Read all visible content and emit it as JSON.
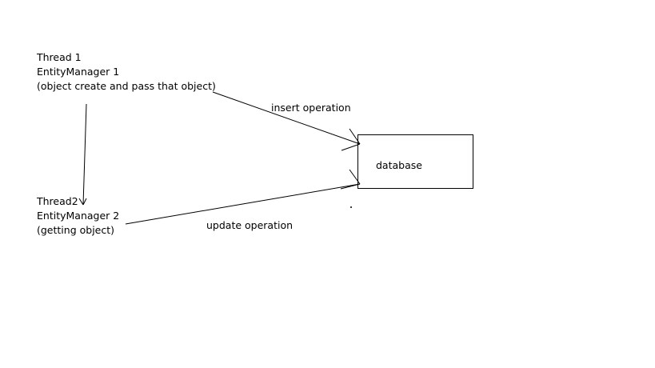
{
  "thread1": {
    "line1": "Thread 1",
    "line2": "EntityManager 1",
    "line3": "(object create and pass that object)"
  },
  "thread2": {
    "line1": "Thread2",
    "line2": "EntityManager 2",
    "line3": "(getting object)"
  },
  "edges": {
    "insert_label": "insert operation",
    "update_label": "update operation"
  },
  "database": {
    "label": "database"
  },
  "colors": {
    "stroke": "#000000",
    "background": "#ffffff"
  }
}
